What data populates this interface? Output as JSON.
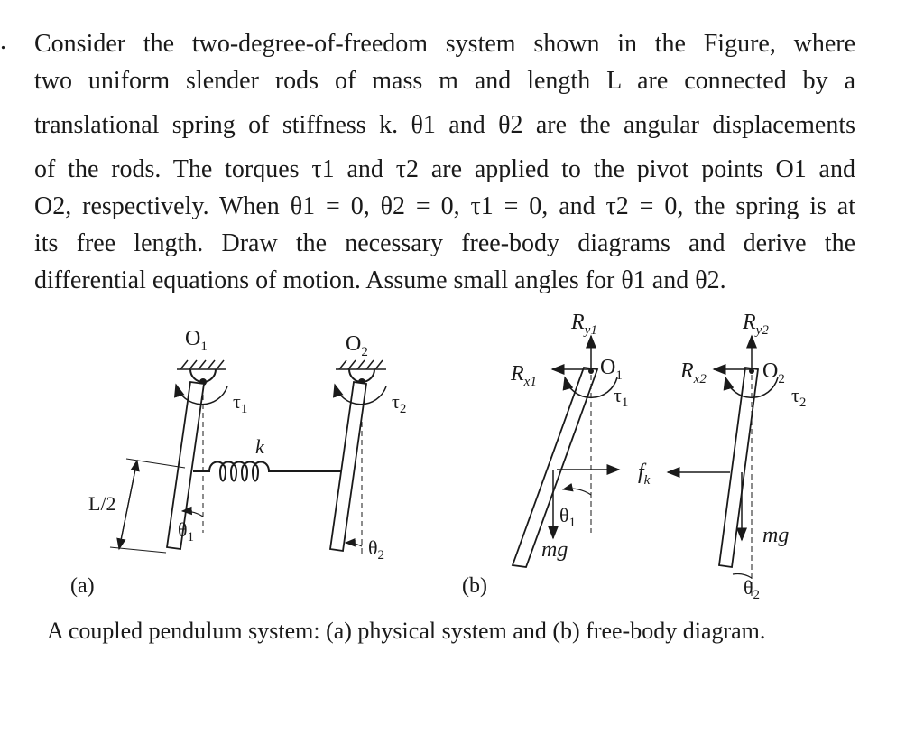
{
  "problem": {
    "bullet": ".",
    "lines": [
      "Consider the two-degree-of-freedom system shown in the Figure, where",
      "two uniform slender rods of mass m and length L are connected by a",
      "translational spring of stiffness k.  θ1 and θ2 are the angular displacements",
      "of the rods. The torques τ1 and τ2 are applied to the pivot points O1 and",
      "O2, respectively. When θ1 = 0, θ2 = 0, τ1 = 0, and τ2 = 0, the spring is at",
      "its free length. Draw the necessary free-body diagrams and derive the",
      "differential equations of motion. Assume small angles for θ1 and θ2."
    ]
  },
  "figure": {
    "panel_a": {
      "label": "(a)",
      "pivot1_O": "O",
      "pivot1_sub": "1",
      "pivot2_O": "O",
      "pivot2_sub": "2",
      "tau1_sym": "τ",
      "tau1_sub": "1",
      "tau2_sym": "τ",
      "tau2_sub": "2",
      "spring_label": "k",
      "length_label": "L/2",
      "theta1_sym": "θ",
      "theta1_sub": "1",
      "theta2_sym": "θ",
      "theta2_sub": "2"
    },
    "panel_b": {
      "label": "(b)",
      "Ry1_R": "R",
      "Ry1_sub": "y1",
      "Ry2_R": "R",
      "Ry2_sub": "y2",
      "Rx1_R": "R",
      "Rx1_sub": "x1",
      "Rx2_R": "R",
      "Rx2_sub": "x2",
      "O1_O": "O",
      "O1_sub": "1",
      "O2_O": "O",
      "O2_sub": "2",
      "tau1_sym": "τ",
      "tau1_sub": "1",
      "tau2_sym": "τ",
      "tau2_sub": "2",
      "fk_f": "f",
      "fk_sub": "k",
      "theta1_sym": "θ",
      "theta1_sub": "1",
      "theta2_sym": "θ",
      "theta2_sub": "2",
      "mg1": "mg",
      "mg2": "mg"
    }
  },
  "caption": "A coupled pendulum system: (a) physical system and (b) free-body diagram."
}
